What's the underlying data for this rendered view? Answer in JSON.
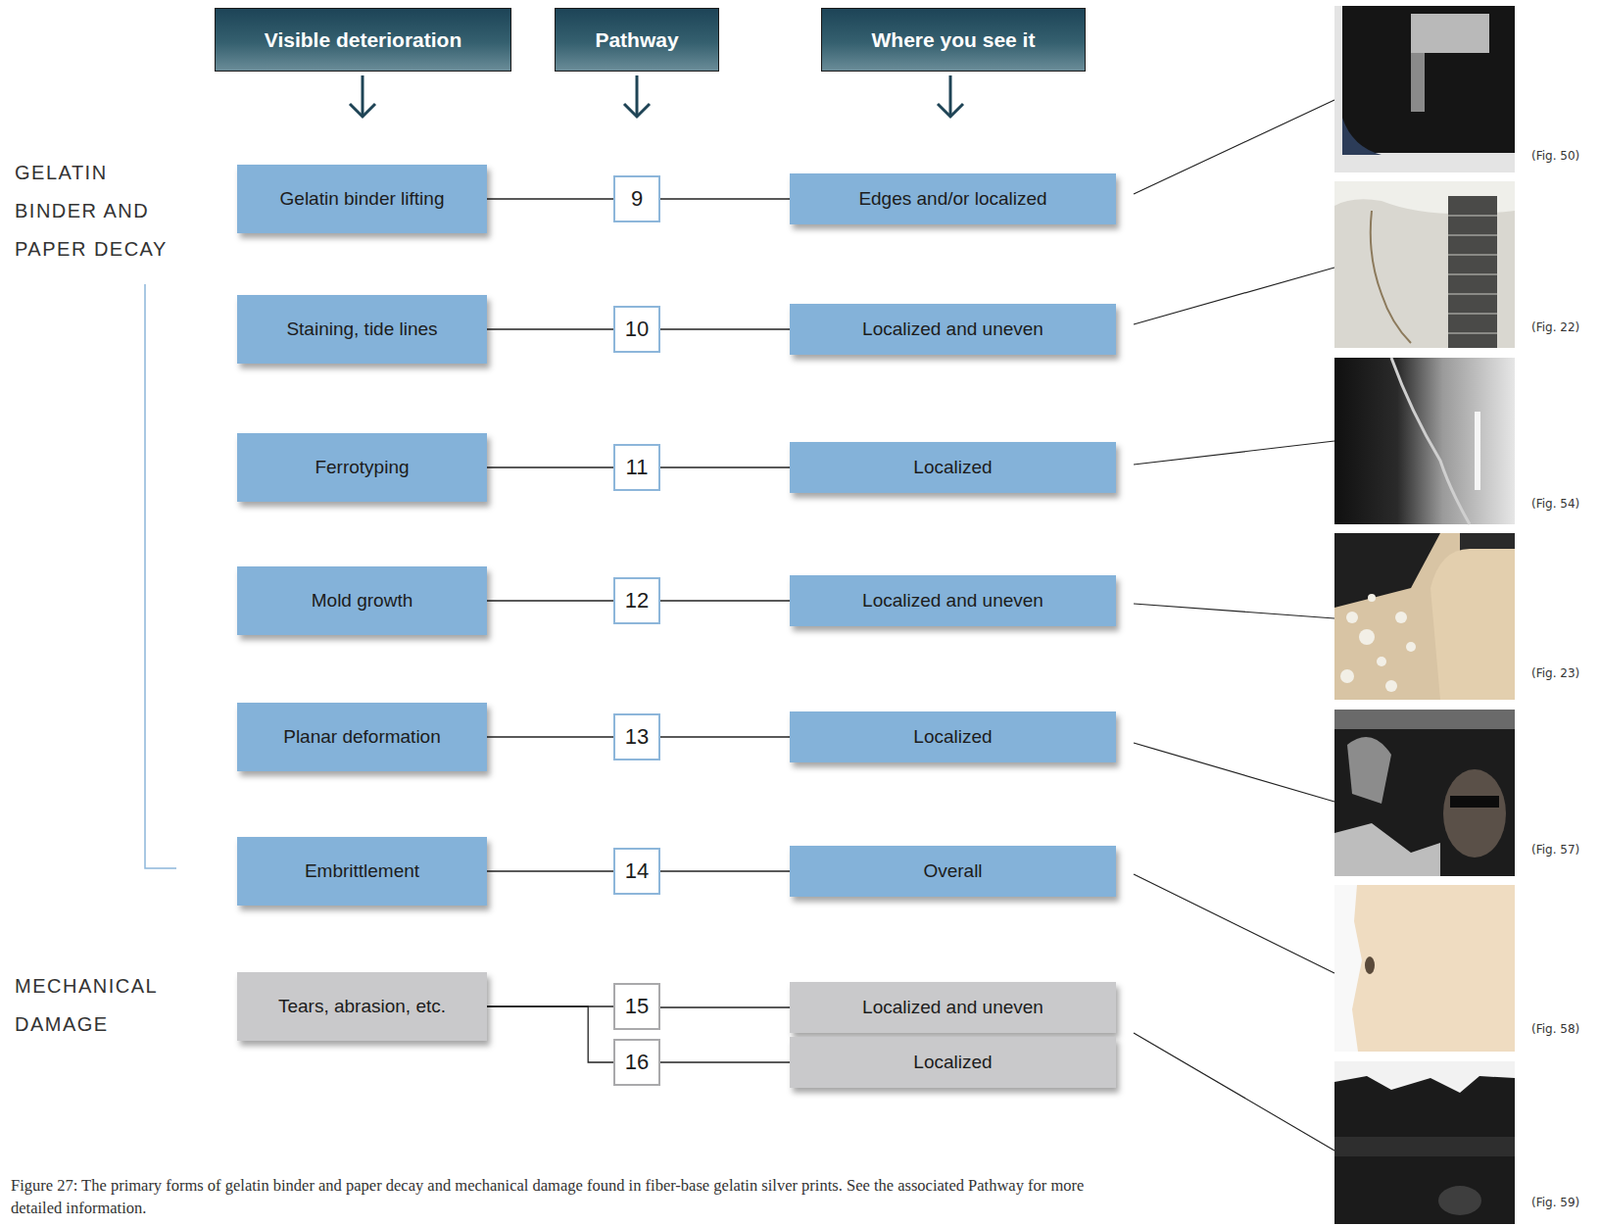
{
  "diagram": {
    "caption": "Figure 27: The primary forms of gelatin binder and paper decay and mechanical damage found in fiber-base gelatin silver prints. See the associated Pathway for more detailed information.",
    "nodes": [
      {
        "text": [
          "Visible deterioration"
        ]
      },
      {
        "text": [
          "Pathway"
        ]
      },
      {
        "text": [
          "Where you see it"
        ]
      },
      {
        "text": [
          "Gelatin binder lifting"
        ]
      },
      {
        "text": [
          "9"
        ]
      },
      {
        "text": [
          "Edges and/or localized"
        ]
      },
      {
        "text": [
          "Staining, tide lines"
        ]
      },
      {
        "text": [
          "10"
        ]
      },
      {
        "text": [
          "Localized and uneven"
        ]
      },
      {
        "text": [
          "Ferrotyping"
        ]
      },
      {
        "text": [
          "11"
        ]
      },
      {
        "text": [
          "Localized"
        ]
      },
      {
        "text": [
          "Mold growth"
        ]
      },
      {
        "text": [
          "12"
        ]
      },
      {
        "text": [
          "Localized and uneven"
        ]
      },
      {
        "text": [
          "Planar deformation"
        ]
      },
      {
        "text": [
          "13"
        ]
      },
      {
        "text": [
          "Localized"
        ]
      },
      {
        "text": [
          "Embrittlement"
        ]
      },
      {
        "text": [
          "14"
        ]
      },
      {
        "text": [
          "Overall"
        ]
      },
      {
        "text": [
          "Tears, abrasion, etc."
        ]
      },
      {
        "text": [
          "15"
        ]
      },
      {
        "text": [
          "Localized and uneven"
        ]
      },
      {
        "text": [
          "16"
        ]
      },
      {
        "text": [
          "Localized"
        ]
      }
    ],
    "edges": [
      {
        "from": 3,
        "to": 4,
        "arrow": "none"
      },
      {
        "from": 4,
        "to": 5,
        "arrow": "none"
      },
      {
        "from": 6,
        "to": 7,
        "arrow": "none"
      },
      {
        "from": 7,
        "to": 8,
        "arrow": "none"
      },
      {
        "from": 9,
        "to": 10,
        "arrow": "none"
      },
      {
        "from": 10,
        "to": 11,
        "arrow": "none"
      },
      {
        "from": 12,
        "to": 13,
        "arrow": "none"
      },
      {
        "from": 13,
        "to": 14,
        "arrow": "none"
      },
      {
        "from": 15,
        "to": 16,
        "arrow": "none"
      },
      {
        "from": 16,
        "to": 17,
        "arrow": "none"
      },
      {
        "from": 18,
        "to": 19,
        "arrow": "none"
      },
      {
        "from": 19,
        "to": 20,
        "arrow": "none"
      },
      {
        "from": 21,
        "to": 22,
        "arrow": "none"
      },
      {
        "from": 21,
        "to": 24,
        "arrow": "none"
      },
      {
        "from": 22,
        "to": 23,
        "arrow": "none"
      },
      {
        "from": 24,
        "to": 25,
        "arrow": "none"
      }
    ],
    "labels": [
      "GELATIN BINDER AND PAPER DECAY",
      "MECHANICAL DAMAGE",
      "(Fig. 50)",
      "(Fig. 22)",
      "(Fig. 54)",
      "(Fig. 23)",
      "(Fig. 57)",
      "(Fig. 58)",
      "(Fig. 59)"
    ]
  }
}
